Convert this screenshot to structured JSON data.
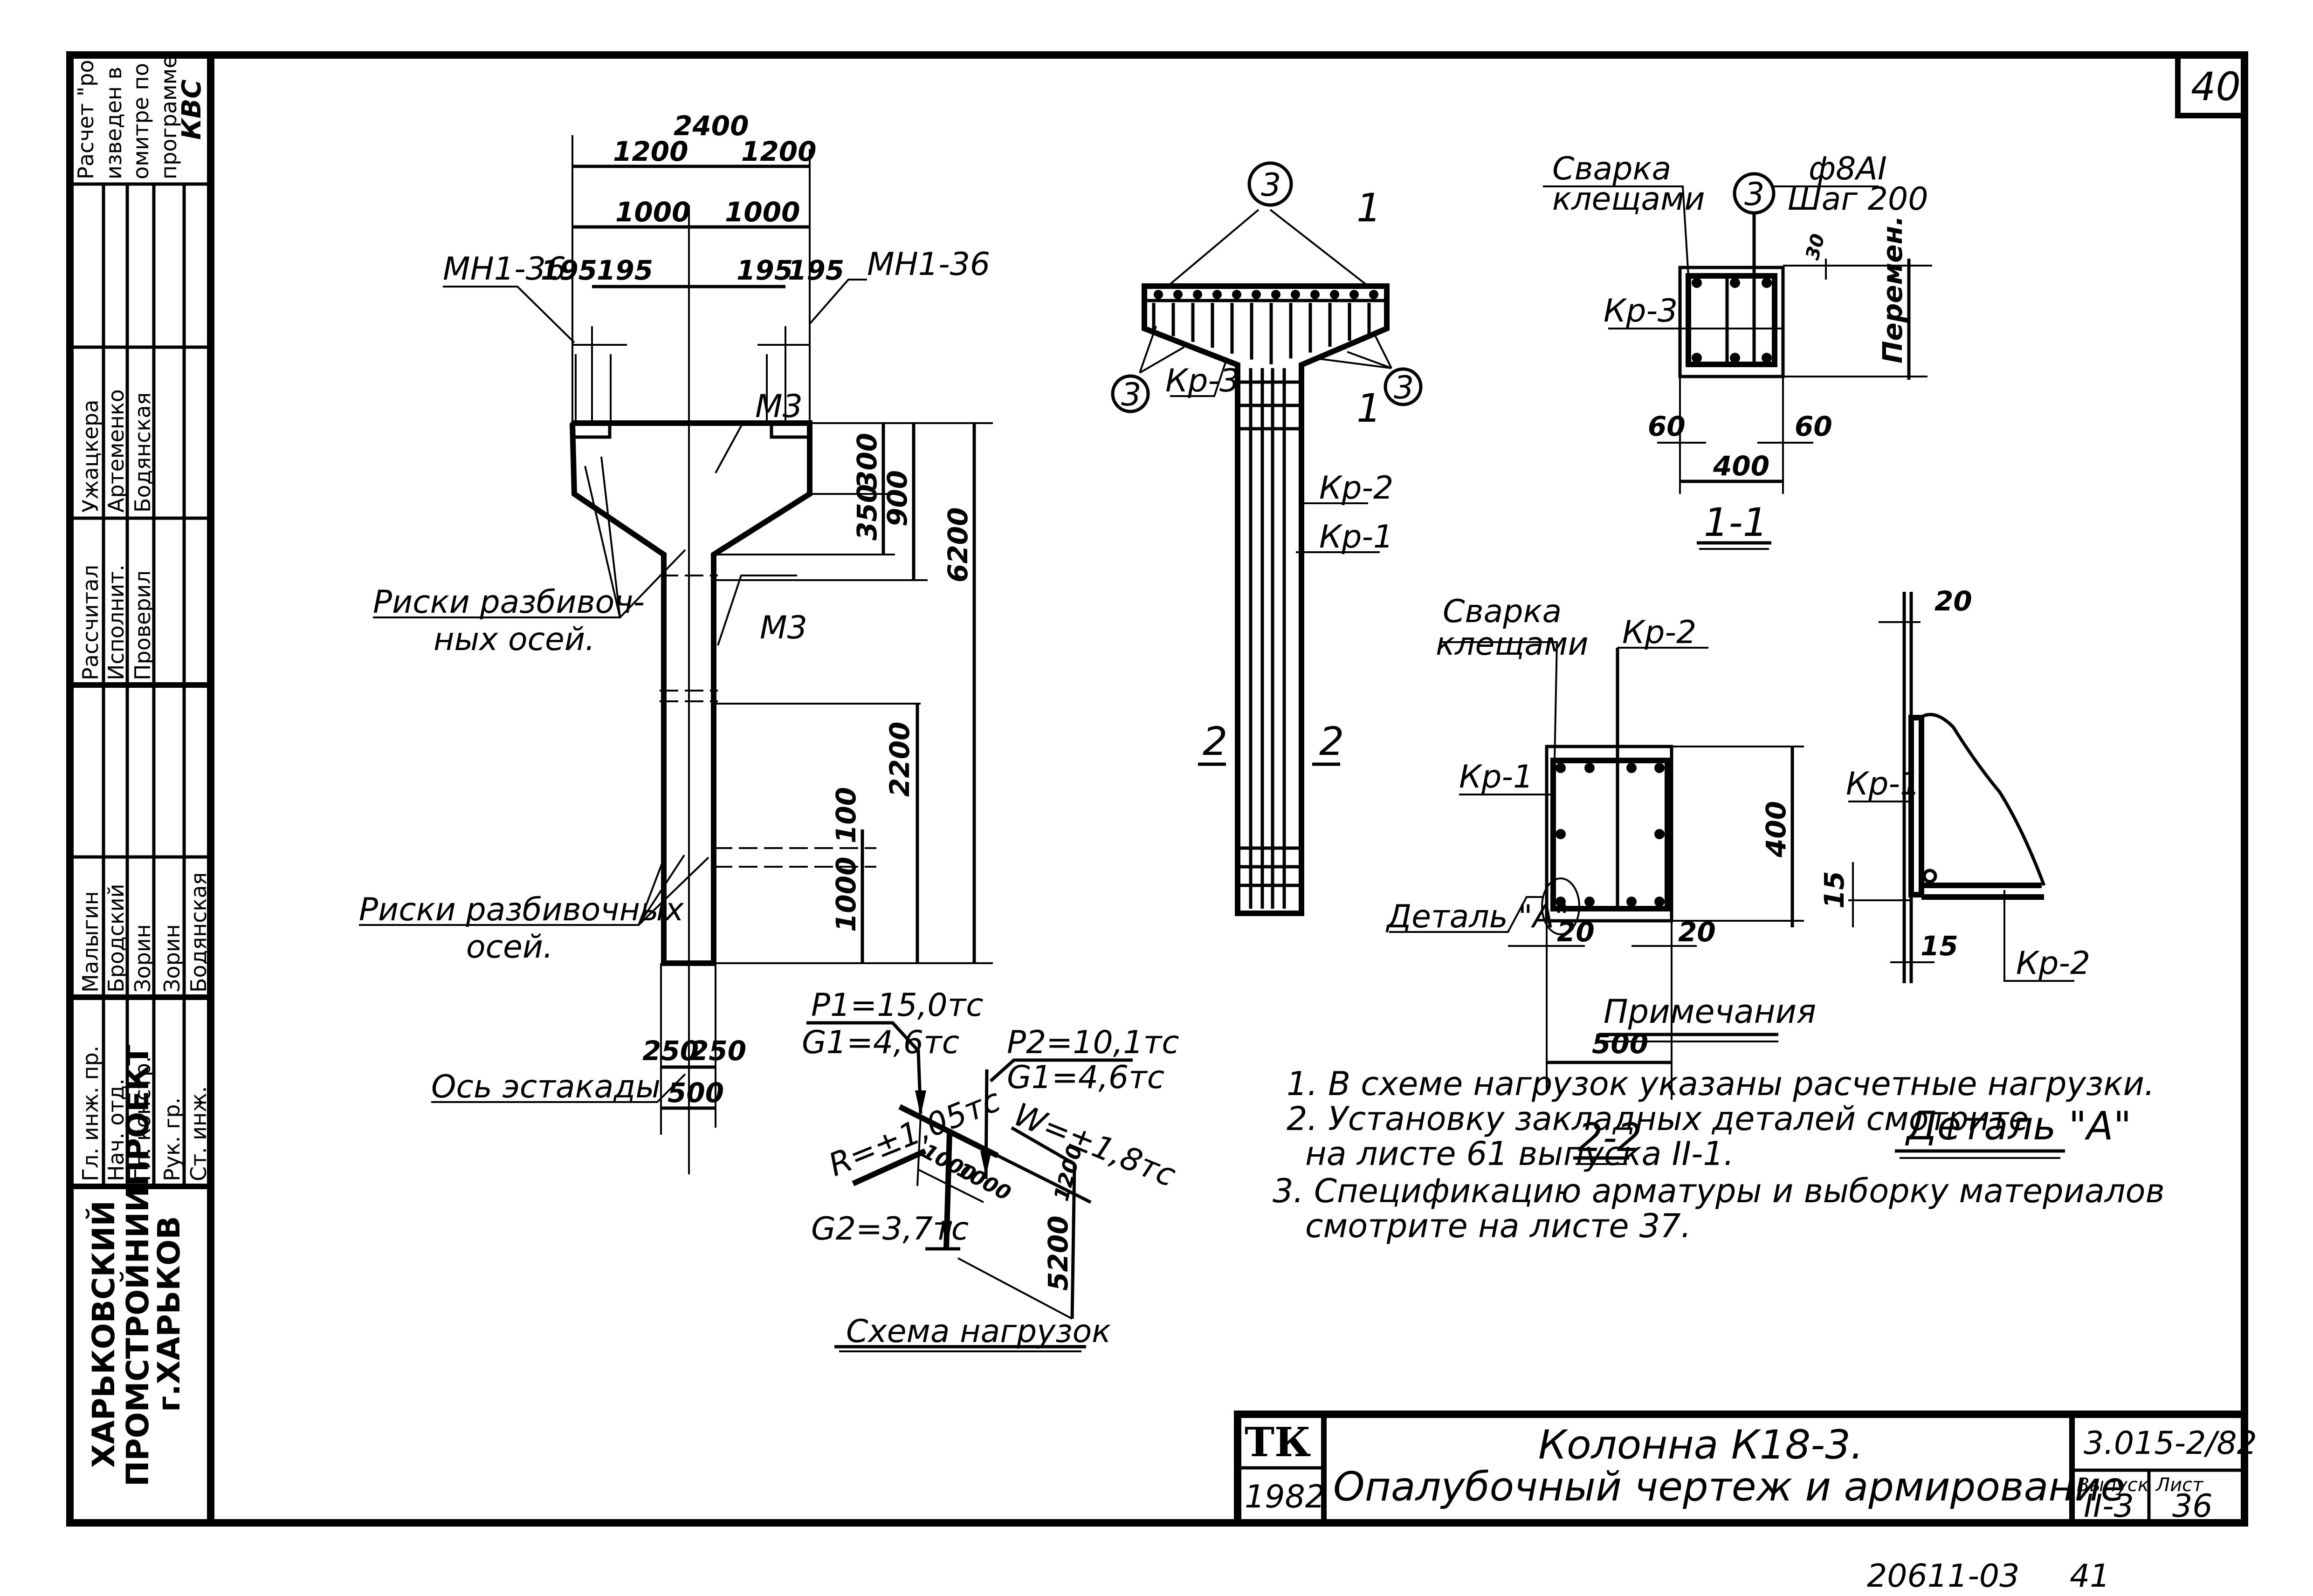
{
  "sheet": {
    "page_number": "40",
    "stamp_number": "20611-03",
    "stamp_sheet": "41"
  },
  "left_block": {
    "remark": [
      "Расчет \"ро\"",
      "изведен в",
      "омитре по",
      "программе",
      "КВС"
    ],
    "roles_upper": [
      "Рассчитал",
      "Исполнит.",
      "Проверил"
    ],
    "names_upper": [
      "Ужацкера",
      "Артеменко",
      "Бодянская"
    ],
    "roles_lower": [
      "Гл. инж. пр.",
      "Нач. отд.",
      "Гл. констр.",
      "Рук. гр.",
      "Ст. инж."
    ],
    "names_lower": [
      "Малыгин",
      "Бродский",
      "Зорин",
      "Зорин",
      "Бодянская"
    ],
    "organization": [
      "ХАРЬКОВСКИЙ",
      "ПРОМСТРОЙНИИПРОЕКТ",
      "г.ХАРЬКОВ"
    ]
  },
  "title_block": {
    "code_letters": "ТК",
    "year": "1982",
    "title_line1": "Колонна К18-3.",
    "title_line2": "Опалубочный чертеж и армирование",
    "doc_code": "3.015-2/82",
    "issue_label": "Выпуск",
    "issue_value": "II-3",
    "sheet_label": "Лист",
    "sheet_value": "36"
  },
  "column_view": {
    "dims_top": [
      "2400",
      "1200",
      "1200",
      "1000",
      "1000",
      "195",
      "195",
      "195",
      "195"
    ],
    "dims_right": [
      "350",
      "300",
      "900",
      "6200",
      "2200",
      "100",
      "1000"
    ],
    "dims_bottom": [
      "250",
      "250",
      "500"
    ],
    "labels": {
      "embed_left": "МН1-36",
      "embed_right": "МН1-36",
      "marks_top": [
        "Риски разбивоч-",
        "ных осей."
      ],
      "m3_top": "М3",
      "m3_mid": "М3",
      "marks_bottom": [
        "Риски разбивочных",
        "осей."
      ],
      "axis": "Ось эстакады"
    }
  },
  "reinforcement_view": {
    "position_mark": "3",
    "section_1_label": "1",
    "section_2_label": "2",
    "cage_labels": [
      "Кр-3",
      "Кр-2",
      "Кр-1"
    ]
  },
  "section_1_1": {
    "title": "1-1",
    "weld_note": [
      "Сварка",
      "клещами"
    ],
    "bar_note": [
      "ф8АI",
      "Шаг 200"
    ],
    "position_mark": "3",
    "cage": "Кр-3",
    "dims": [
      "30",
      "Перемен.",
      "60",
      "60",
      "400"
    ]
  },
  "section_2_2": {
    "title": "2-2",
    "weld_note": [
      "Сварка",
      "клещами"
    ],
    "cage_top": "Кр-2",
    "cage_left": "Кр-1",
    "detail_ref": "Деталь \"А\"",
    "dims": [
      "400",
      "20",
      "20",
      "500"
    ]
  },
  "detail_a": {
    "title": "Деталь \"А\"",
    "cage_1": "Кр-1",
    "cage_2": "Кр-2",
    "dims": [
      "20",
      "15",
      "15"
    ]
  },
  "load_scheme": {
    "title": "Схема нагрузок",
    "p1": "P1=15,0тс",
    "g1_left": "G1=4,6тс",
    "p2": "P2=10,1тс",
    "g1_right": "G1=4,6тс",
    "r": "R=±1,05тс",
    "w": "W=±1,8тс",
    "g2": "G2=3,7тс",
    "dims": [
      "1000",
      "1000",
      "1200",
      "5200"
    ]
  },
  "notes": {
    "heading": "Примечания",
    "items": [
      "1. В схеме нагрузок указаны расчетные нагрузки.",
      "2. Установку закладных деталей смотрите",
      "на листе 61 выпуска II-1.",
      "3. Спецификацию арматуры и выборку материалов",
      "смотрите на листе 37."
    ]
  }
}
